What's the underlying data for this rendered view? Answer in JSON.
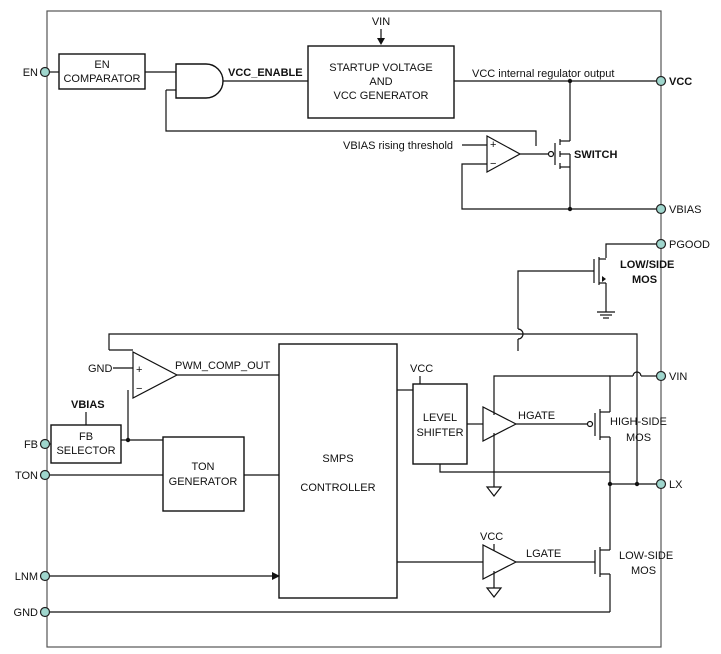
{
  "pins": {
    "en": "EN",
    "vcc": "VCC",
    "vbias": "VBIAS",
    "pgood": "PGOOD",
    "vin": "VIN",
    "fb": "FB",
    "ton": "TON",
    "lx": "LX",
    "lnm": "LNM",
    "gnd": "GND"
  },
  "blocks": {
    "en_comparator": [
      "EN",
      "COMPARATOR"
    ],
    "startup": [
      "STARTUP VOLTAGE",
      "AND",
      "VCC GENERATOR"
    ],
    "fb_selector": [
      "FB",
      "SELECTOR"
    ],
    "ton_generator": [
      "TON",
      "GENERATOR"
    ],
    "smps_controller": [
      "SMPS",
      "CONTROLLER"
    ],
    "level_shifter": [
      "LEVEL",
      "SHIFTER"
    ]
  },
  "labels": {
    "vin_top": "VIN",
    "vcc_enable": "VCC_ENABLE",
    "vcc_internal": "VCC internal regulator output",
    "vbias_threshold": "VBIAS rising threshold",
    "switch": "SWITCH",
    "low_side_mos_pg": [
      "LOW/SIDE",
      "MOS"
    ],
    "gnd_amp": "GND",
    "pwm_comp_out": "PWM_COMP_OUT",
    "vbias_fb": "VBIAS",
    "vcc_ls": "VCC",
    "hgate": "HGATE",
    "high_side_mos": [
      "HIGH-SIDE",
      "MOS"
    ],
    "vcc_lg": "VCC",
    "lgate": "LGATE",
    "low_side_mos": [
      "LOW-SIDE",
      "MOS"
    ],
    "plus": "+",
    "minus": "−"
  }
}
